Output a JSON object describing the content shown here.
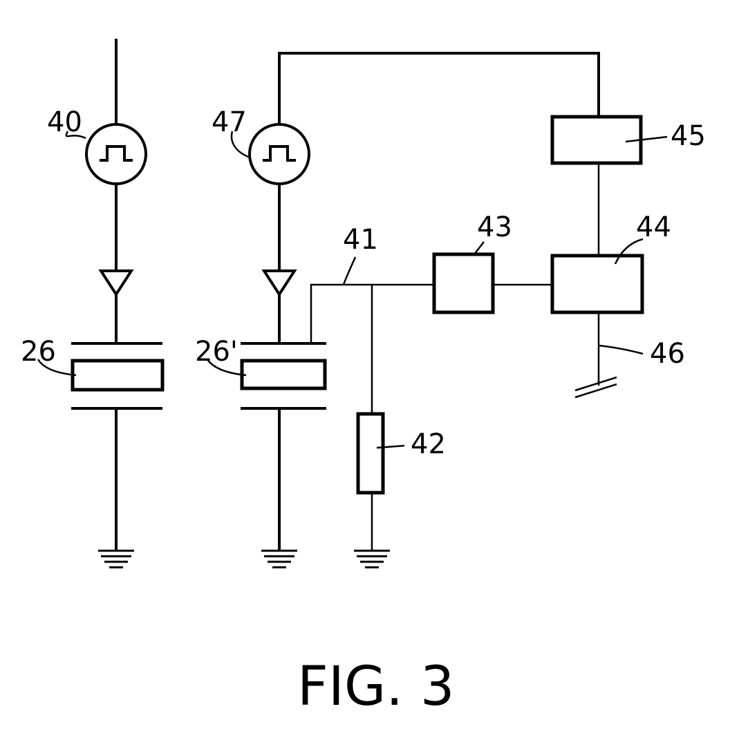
{
  "labels": {
    "src1": "40",
    "src2": "47",
    "crystal1": "26",
    "crystal2": "26'",
    "node": "41",
    "resistor": "42",
    "block43": "43",
    "block44": "44",
    "block45": "45",
    "line46": "46"
  },
  "figure_caption": "FIG. 3"
}
